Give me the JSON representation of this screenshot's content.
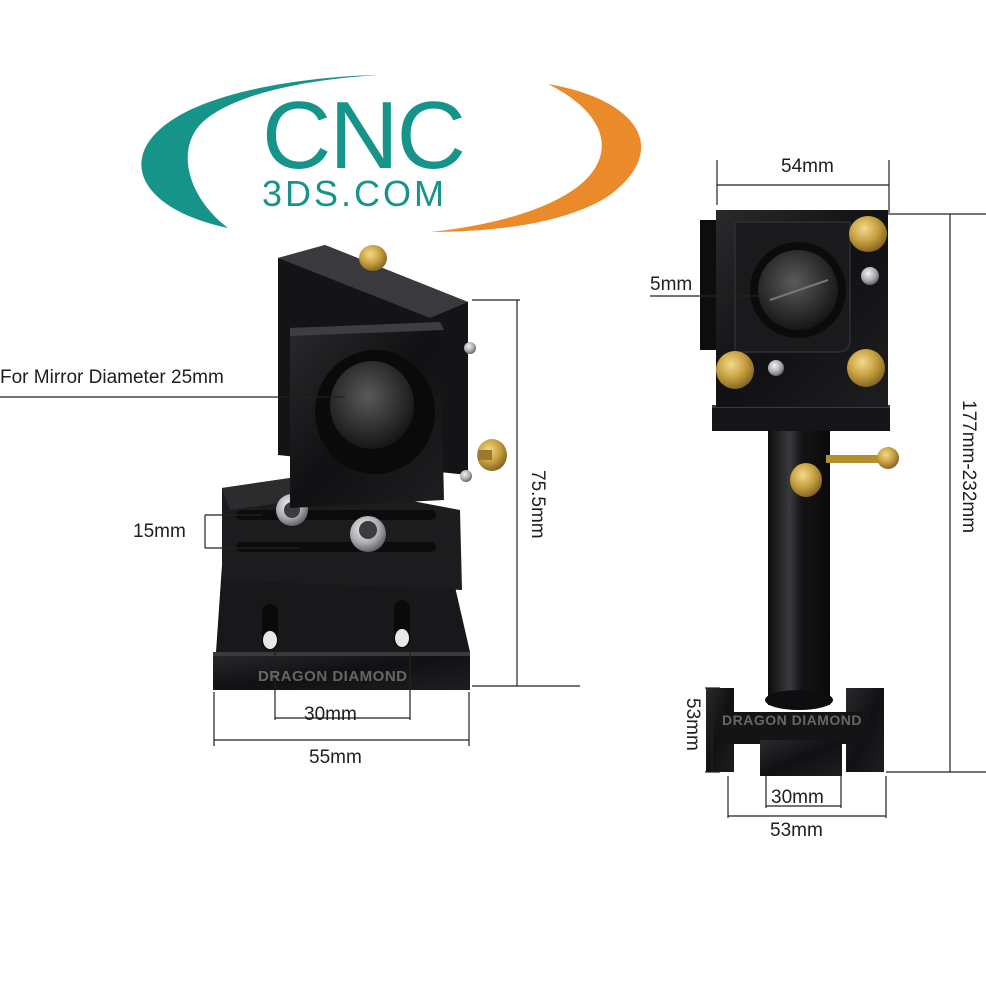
{
  "logo": {
    "main": "CNC",
    "sub": "3DS.COM",
    "colors": {
      "teal": "#17948a",
      "orange": "#ea8a2a"
    }
  },
  "left_mount": {
    "mirror_label": "For Mirror Diameter 25mm",
    "height_label": "75.5mm",
    "slot_label": "15mm",
    "hole_spacing_label": "30mm",
    "width_label": "55mm",
    "brand": "DRAGON DIAMOND"
  },
  "right_mount": {
    "top_width_label": "54mm",
    "mirror_label": "5mm",
    "height_label": "177mm-232mm",
    "base_height_label": "53mm",
    "hole_spacing_label": "30mm",
    "base_width_label": "53mm",
    "brand": "DRAGON DIAMOND"
  }
}
